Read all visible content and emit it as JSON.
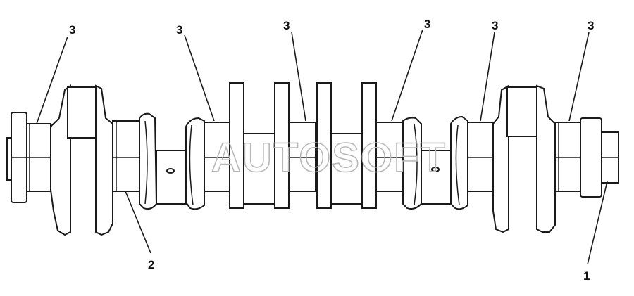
{
  "diagram": {
    "watermark": "AUTOSOFT",
    "callouts": [
      {
        "id": "c1",
        "label": "3"
      },
      {
        "id": "c2",
        "label": "3"
      },
      {
        "id": "c3",
        "label": "3"
      },
      {
        "id": "c4",
        "label": "3"
      },
      {
        "id": "c5",
        "label": "3"
      },
      {
        "id": "c6",
        "label": "3"
      },
      {
        "id": "c7",
        "label": "2"
      },
      {
        "id": "c8",
        "label": "1"
      }
    ]
  }
}
